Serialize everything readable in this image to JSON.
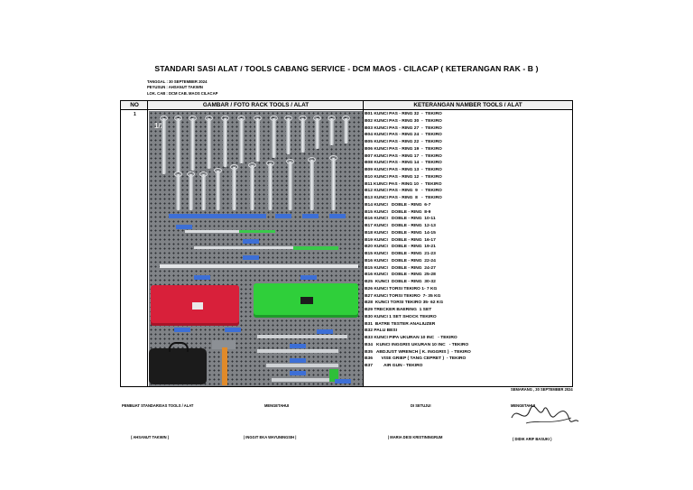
{
  "title": "STANDARI SASI ALAT / TOOLS  CABANG SERVICE - DCM MAOS - CILACAP ( KETERANGAN  RAK - B  )",
  "meta": {
    "tanggal": "TANGGAL  :  30 SEPTEMBER  2024",
    "penyusun": "PEYUSUN  : AHSANUT TAKWIN",
    "lokasi": "LOK. CAB : DCM CAB. MAOS CILACAP"
  },
  "table": {
    "col_no": "NO",
    "col_photo": "GAMBAR / FOTO RACK TOOLS / ALAT",
    "col_desc": "KETERANGAN  NAMBER TOOLS / ALAT",
    "row_number": "1",
    "photo_label": "1/2",
    "items": [
      "B01 KUNCI PAS - RING 32  -  TEKIRO",
      "B02 KUNCI PAS - RING 30  -  TEKIRO",
      "B03 KUNCI PAS - RING 27  -  TEKIRO",
      "B04 KUNCI PAS - RING 24  -  TEKIRO",
      "B05 KUNCI PAS - RING 22  -  TEKIRO",
      "B06 KUNCI PAS - RING 19  -  TEKIRO",
      "B07 KUNCI PAS - RING 17  -  TEKIRO",
      "B08 KUNCI PAS - RING 14  -  TEKIRO",
      "B09 KUNCI PAS - RING 13  -  TEKIRO",
      "B10 KUNCI PAS - RING 12  -  TEKIRO",
      "B11 KUNCI PAS - RING 10  -  TEKIRO",
      "B12 KUNCI PAS - RING  9   -  TEKIRO",
      "B13 KUNCI PAS - RING  8   -  TEKIRO",
      "B14 KUNCI   DOBLE - RING  6-7",
      "B15 KUNCI   DOBLE - RING  8-9",
      "B16 KUNCI   DOBLE - RING  10-11",
      "B17 KUNCI   DOBLE - RING  12-13",
      "B18 KUNCI   DOBLE - RING  14-15",
      "B19 KUNCI   DOBLE - RING  16-17",
      "B20 KUNCI   DOBLE - RING  19-21",
      "B15 KUNCI   DOBLE - RING  21-23",
      "B16 KUNCI   DOBLE - RING  22-24",
      "B15 KUNCI   DOBLE - RING  24-27",
      "B16 KUNCI   DOBLE - RING  25-28",
      "B25  KUNCI  DOBLE - RING  30-32",
      "B26 KUNCI TORSI TEKIRO 1- 7 KG",
      "B27 KUNCI TORSI TEKIRO  7- 35 KG",
      "B28  KUNCI TORSI TEKIRO 35- 62 KG",
      "B29 TRECKER BAERING  1 SET",
      "B30 KUNCI 1 SET SHOCK TEKIRO",
      "B31  BATRE TESTER ANALIUZER",
      "B32 PALU BESI",
      "B33 KUNCI PIPA UKURAN 10 INC   - TEKIRO",
      "B34   KUNCI INGGRIS UKURAN 10 INC   - TEKIRO",
      "B35   ABDJUST WRENCH ( K. INGGRIS )  - TEKIRO",
      "B36       VISE GRIEP ( TANG CEPRET )  - TEKIRO",
      "B37         AIR GUN - TEKIRO"
    ]
  },
  "footer": {
    "date_place": "SEMARANG , 30  SEPTEMBER  2024",
    "pembuat_label": "PEMBUAT STANDARISAS TOOLS / ALAT",
    "mengetahui_label": "MENGETAHUI",
    "disetujui_label": "DI SETUJUI",
    "mengetahui2_label": "MENGETAHUI",
    "name1": "(   AHSANUT TAKWIN    )",
    "name2": "|  INGGIT EKA WAYUNINGSIH |",
    "name3": "| MARIA DESI  KRISTININGRUM",
    "name4": "( DIDIK ARIF BASUKI )"
  },
  "colors": {
    "red_case": "#d8203a",
    "green_case": "#2fcf3a",
    "tag_blue": "#3d6fd6"
  }
}
